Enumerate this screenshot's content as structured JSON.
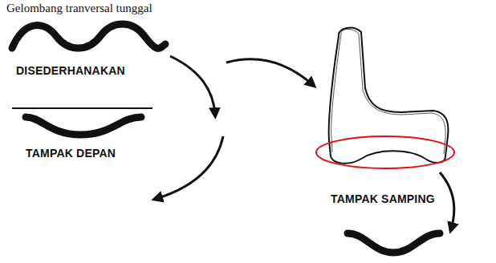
{
  "diagram": {
    "title": "Gelombang tranversal tunggal",
    "labels": [
      "DISEDERHANAKAN",
      "TAMPAK DEPAN",
      "TAMPAK SAMPING"
    ]
  }
}
